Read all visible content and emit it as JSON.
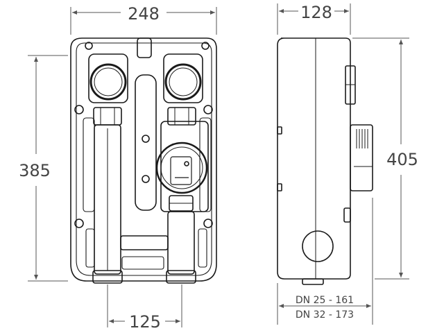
{
  "dimensions": {
    "front_width": "248",
    "front_height": "385",
    "bottom_spacing": "125",
    "side_depth": "128",
    "side_height": "405",
    "model_note_1": "DN 25 - 161",
    "model_note_2": "DN 32 - 173"
  },
  "colors": {
    "line": "#1a1a1a",
    "dim": "#555555",
    "text": "#444444"
  }
}
